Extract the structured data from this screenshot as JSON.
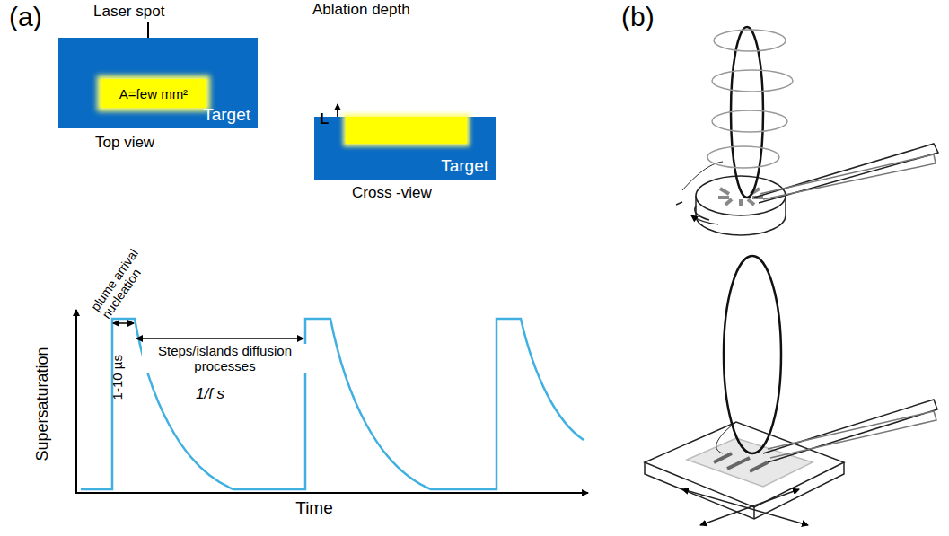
{
  "diagram": {
    "nodes": [
      {
        "text": [
          "Target"
        ]
      },
      {
        "text": [
          "A=few mm²"
        ],
        "in": 0
      },
      {
        "text": [
          "Target"
        ]
      }
    ],
    "labels": [
      "(a)",
      "(b)",
      "Laser spot",
      "Top view",
      "Ablation depth",
      "L",
      "Cross -view",
      "Supersaturation",
      "Time",
      "plume arrival nucleation",
      "1-10 µs",
      "Steps/islands diffusion processes",
      "1/f s"
    ]
  }
}
